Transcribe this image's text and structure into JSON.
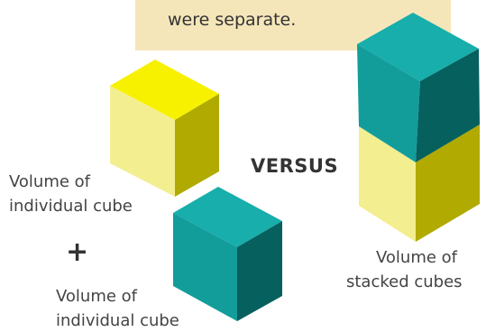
{
  "note": {
    "text": "were separate."
  },
  "operator": "+",
  "versus": "VERSUS",
  "labels": {
    "cube1_line1": "Volume of",
    "cube1_line2": "individual cube",
    "cube2_line1": "Volume of",
    "cube2_line2": "individual cube",
    "stacked_line1": "Volume of",
    "stacked_line2": "stacked cubes"
  },
  "colors": {
    "note_bg": "#f5e6ba",
    "yellow_top": "#f7f100",
    "yellow_front": "#f3ee8f",
    "yellow_side": "#b1aa00",
    "teal_top": "#17aeac",
    "teal_front": "#129d9b",
    "teal_side": "#05605e"
  }
}
